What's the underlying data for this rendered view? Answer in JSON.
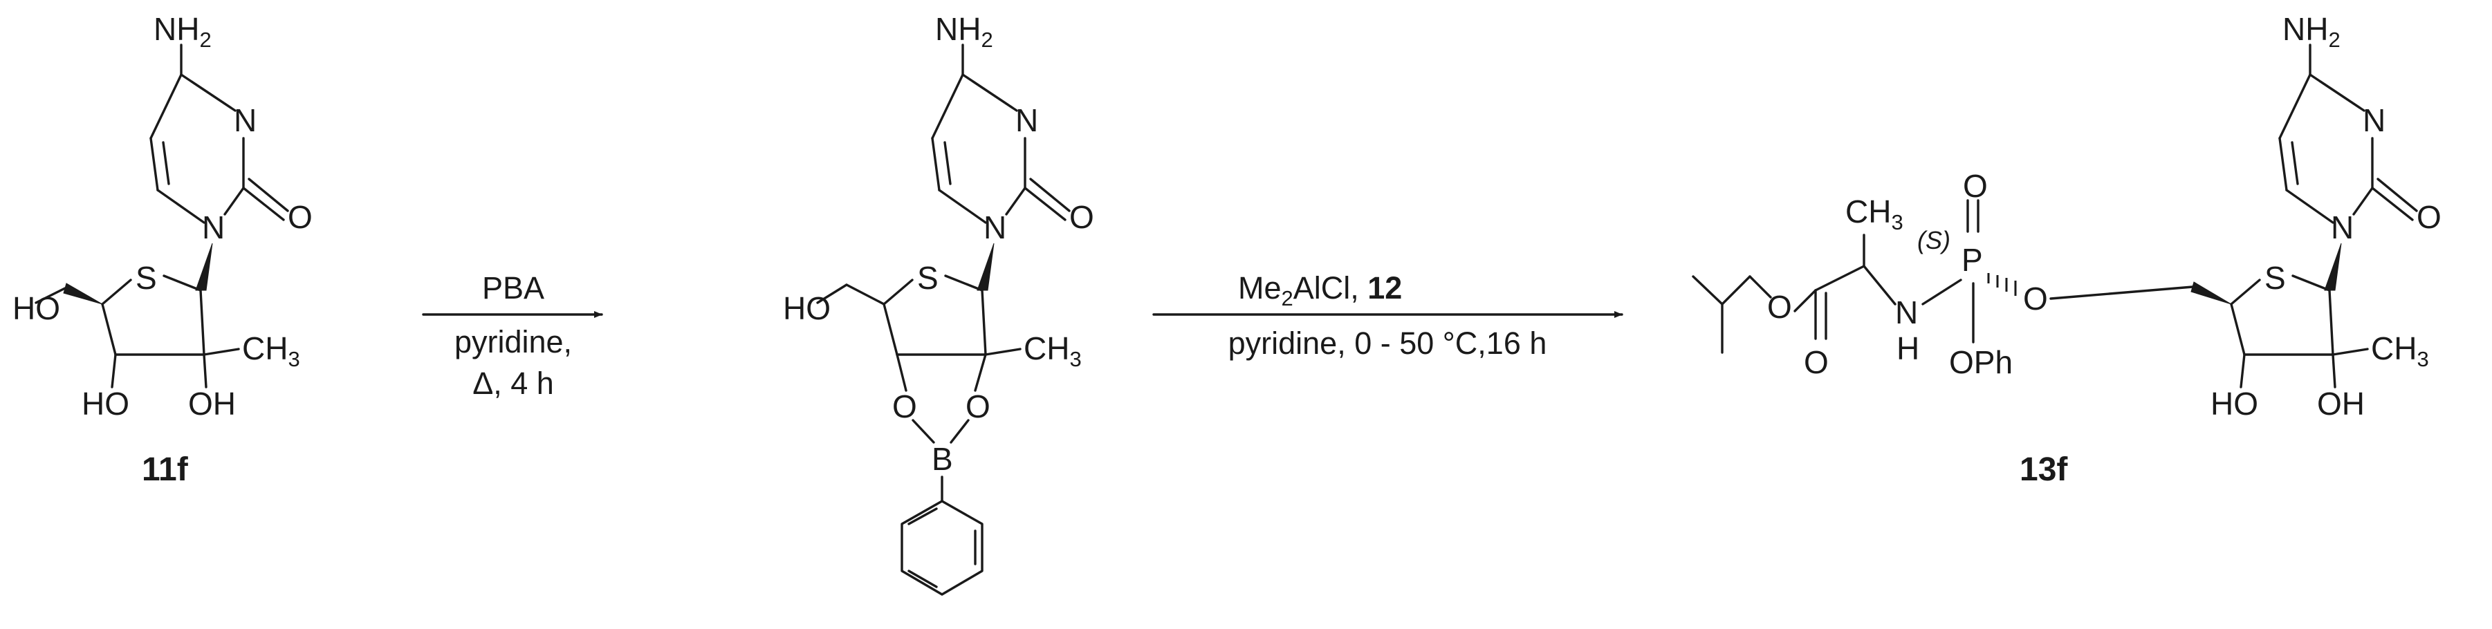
{
  "compounds": {
    "c11f": {
      "label": "11f",
      "atoms": {
        "amine": "NH",
        "amine_sub": "2",
        "ring_n": "N",
        "ring_n1": "N",
        "carbonyl_o": "O",
        "thio_s": "S",
        "methyl": "CH",
        "methyl_sub": "3",
        "hydroxymethyl": "HO",
        "oh_left": "HO",
        "oh_right": "OH"
      }
    },
    "intermediate": {
      "atoms": {
        "amine": "NH",
        "amine_sub": "2",
        "ring_n": "N",
        "ring_n1": "N",
        "carbonyl_o": "O",
        "thio_s": "S",
        "methyl": "CH",
        "methyl_sub": "3",
        "hydroxymethyl": "HO",
        "boronate_o_left": "O",
        "boronate_o_right": "O",
        "boron": "B"
      }
    },
    "c13f": {
      "label": "13f",
      "atoms": {
        "amine": "NH",
        "amine_sub": "2",
        "ring_n": "N",
        "ring_n1": "N",
        "carbonyl_o": "O",
        "thio_s": "S",
        "methyl": "CH",
        "methyl_sub": "3",
        "oh_left": "HO",
        "oh_right": "OH",
        "phosphorus": "P",
        "phosphoryl_o": "O",
        "stereo": "(S)",
        "phenoxy": "OPh",
        "ester_link_o": "O",
        "amide_n": "N",
        "amide_h": "H",
        "ala_methyl": "CH",
        "ala_methyl_sub": "3",
        "ester_o": "O",
        "ester_carbonyl_o": "O"
      }
    }
  },
  "arrows": [
    {
      "above": "PBA",
      "below": [
        "pyridine,",
        "Δ, 4 h"
      ]
    },
    {
      "above_prefix": "Me",
      "above_sub": "2",
      "above_suffix": "AlCl, ",
      "above_bold": "12",
      "below": [
        "pyridine, 0 - 50 °C,16 h"
      ]
    }
  ]
}
